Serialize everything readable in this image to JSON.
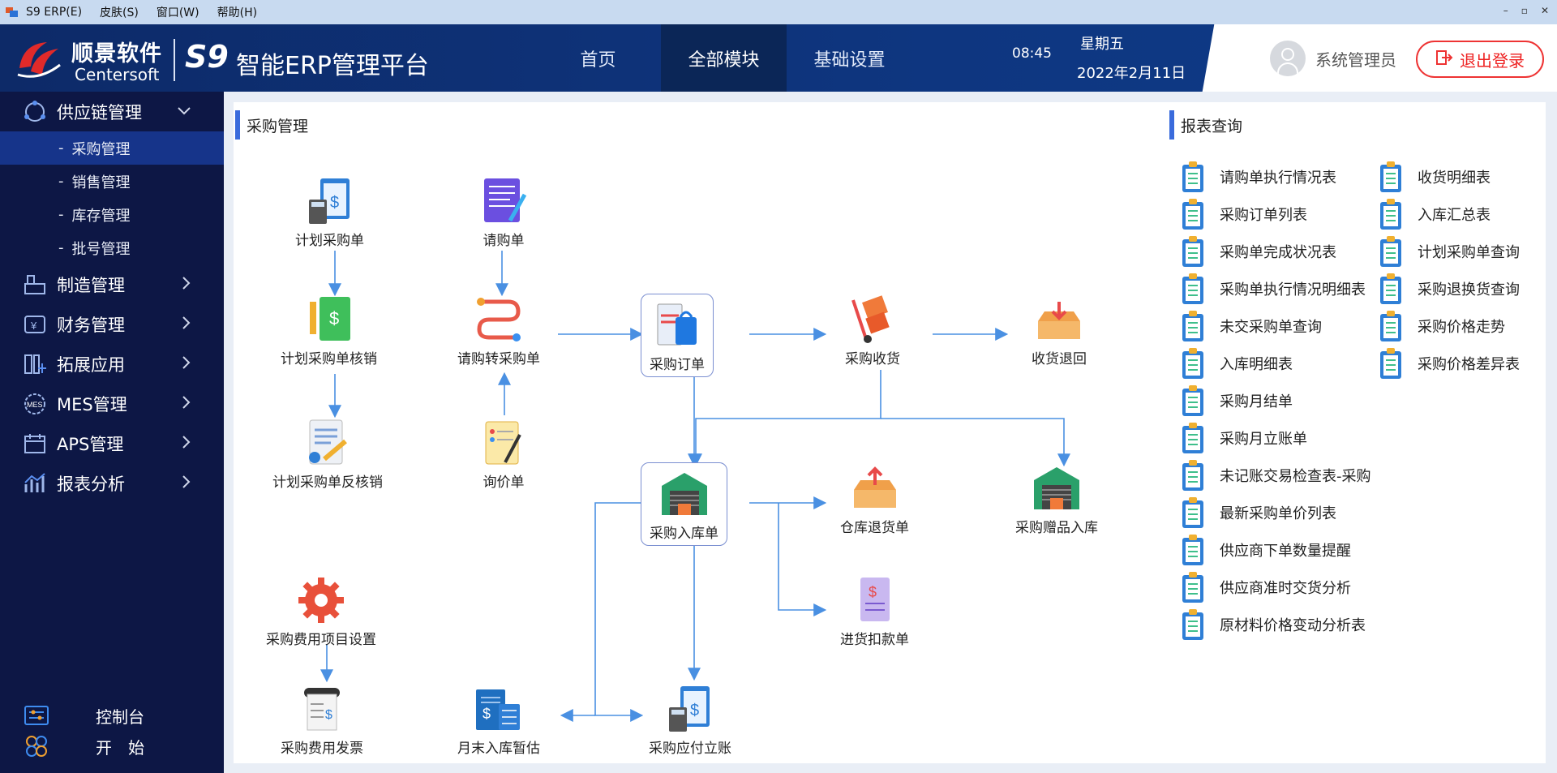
{
  "window": {
    "app_name": "S9 ERP(E)",
    "menus": [
      "皮肤(S)",
      "窗口(W)",
      "帮助(H)"
    ],
    "controls": [
      "–",
      "▫",
      "✕"
    ]
  },
  "header": {
    "logo_cn": "顺景软件",
    "logo_en": "Centersoft",
    "logo_s9": "S9",
    "platform_title": "智能ERP管理平台",
    "nav": [
      "首页",
      "全部模块",
      "基础设置"
    ],
    "active_nav": "全部模块",
    "time": "08:45",
    "weekday": "星期五",
    "date": "2022年2月11日",
    "user": "系统管理员",
    "logout": "退出登录"
  },
  "sidebar": {
    "groups": [
      {
        "label": "供应链管理",
        "icon": "supply-chain-icon",
        "expanded": true,
        "children": [
          "采购管理",
          "销售管理",
          "库存管理",
          "批号管理"
        ],
        "active_child": "采购管理"
      },
      {
        "label": "制造管理",
        "icon": "manufacturing-icon"
      },
      {
        "label": "财务管理",
        "icon": "finance-icon"
      },
      {
        "label": "拓展应用",
        "icon": "extension-icon"
      },
      {
        "label": "MES管理",
        "icon": "mes-icon"
      },
      {
        "label": "APS管理",
        "icon": "aps-icon"
      },
      {
        "label": "报表分析",
        "icon": "report-analysis-icon"
      }
    ],
    "bottom": [
      "控制台",
      "开　始"
    ]
  },
  "purchase": {
    "title": "采购管理",
    "nodes": {
      "plan_po": "计划采购单",
      "requisition": "请购单",
      "plan_po_verify": "计划采购单核销",
      "req_to_po": "请购转采购单",
      "po": "采购订单",
      "receive": "采购收货",
      "receive_return": "收货退回",
      "plan_po_unverify": "计划采购单反核销",
      "inquiry": "询价单",
      "inbound": "采购入库单",
      "wh_return": "仓库退货单",
      "gift_inbound": "采购赠品入库",
      "deduction": "进货扣款单",
      "fee_setting": "采购费用项目设置",
      "fee_invoice": "采购费用发票",
      "month_estimate": "月末入库暂估",
      "payable": "采购应付立账"
    }
  },
  "reports": {
    "title": "报表查询",
    "col1": [
      "请购单执行情况表",
      "采购订单列表",
      "采购单完成状况表",
      "采购单执行情况明细表",
      "未交采购单查询",
      "入库明细表",
      "采购月结单",
      "采购月立账单",
      "未记账交易检查表-采购",
      "最新采购单价列表",
      "供应商下单数量提醒",
      "供应商准时交货分析",
      "原材料价格变动分析表"
    ],
    "col2": [
      "收货明细表",
      "入库汇总表",
      "计划采购单查询",
      "采购退换货查询",
      "采购价格走势",
      "采购价格差异表"
    ]
  },
  "colors": {
    "header_bg": "#0e3680",
    "sidebar_bg": "#0d1745",
    "active_sub": "#16348a",
    "accent": "#3a6bdc",
    "logout_red": "#e33333",
    "flow_line": "#4a90e2"
  }
}
